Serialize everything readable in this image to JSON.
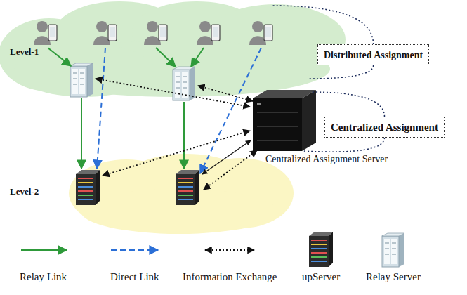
{
  "diagram": {
    "nodes": [
      {
        "text": [
          "Level-1"
        ]
      },
      {
        "text": [
          "Level-2"
        ]
      },
      {
        "text": [
          "Distributed Assignment"
        ]
      },
      {
        "text": [
          "Centralized Assignment"
        ]
      },
      {
        "text": [
          "Centralized Assignment Server"
        ]
      }
    ],
    "edges": [
      {
        "from": 2,
        "to": 0,
        "arrow": "none"
      },
      {
        "from": 3,
        "to": 4,
        "arrow": "none"
      }
    ],
    "legend": [
      {
        "text": "Relay Link"
      },
      {
        "text": "Direct Link"
      },
      {
        "text": "Information Exchange"
      },
      {
        "text": "upServer"
      },
      {
        "text": "Relay Server"
      }
    ]
  }
}
